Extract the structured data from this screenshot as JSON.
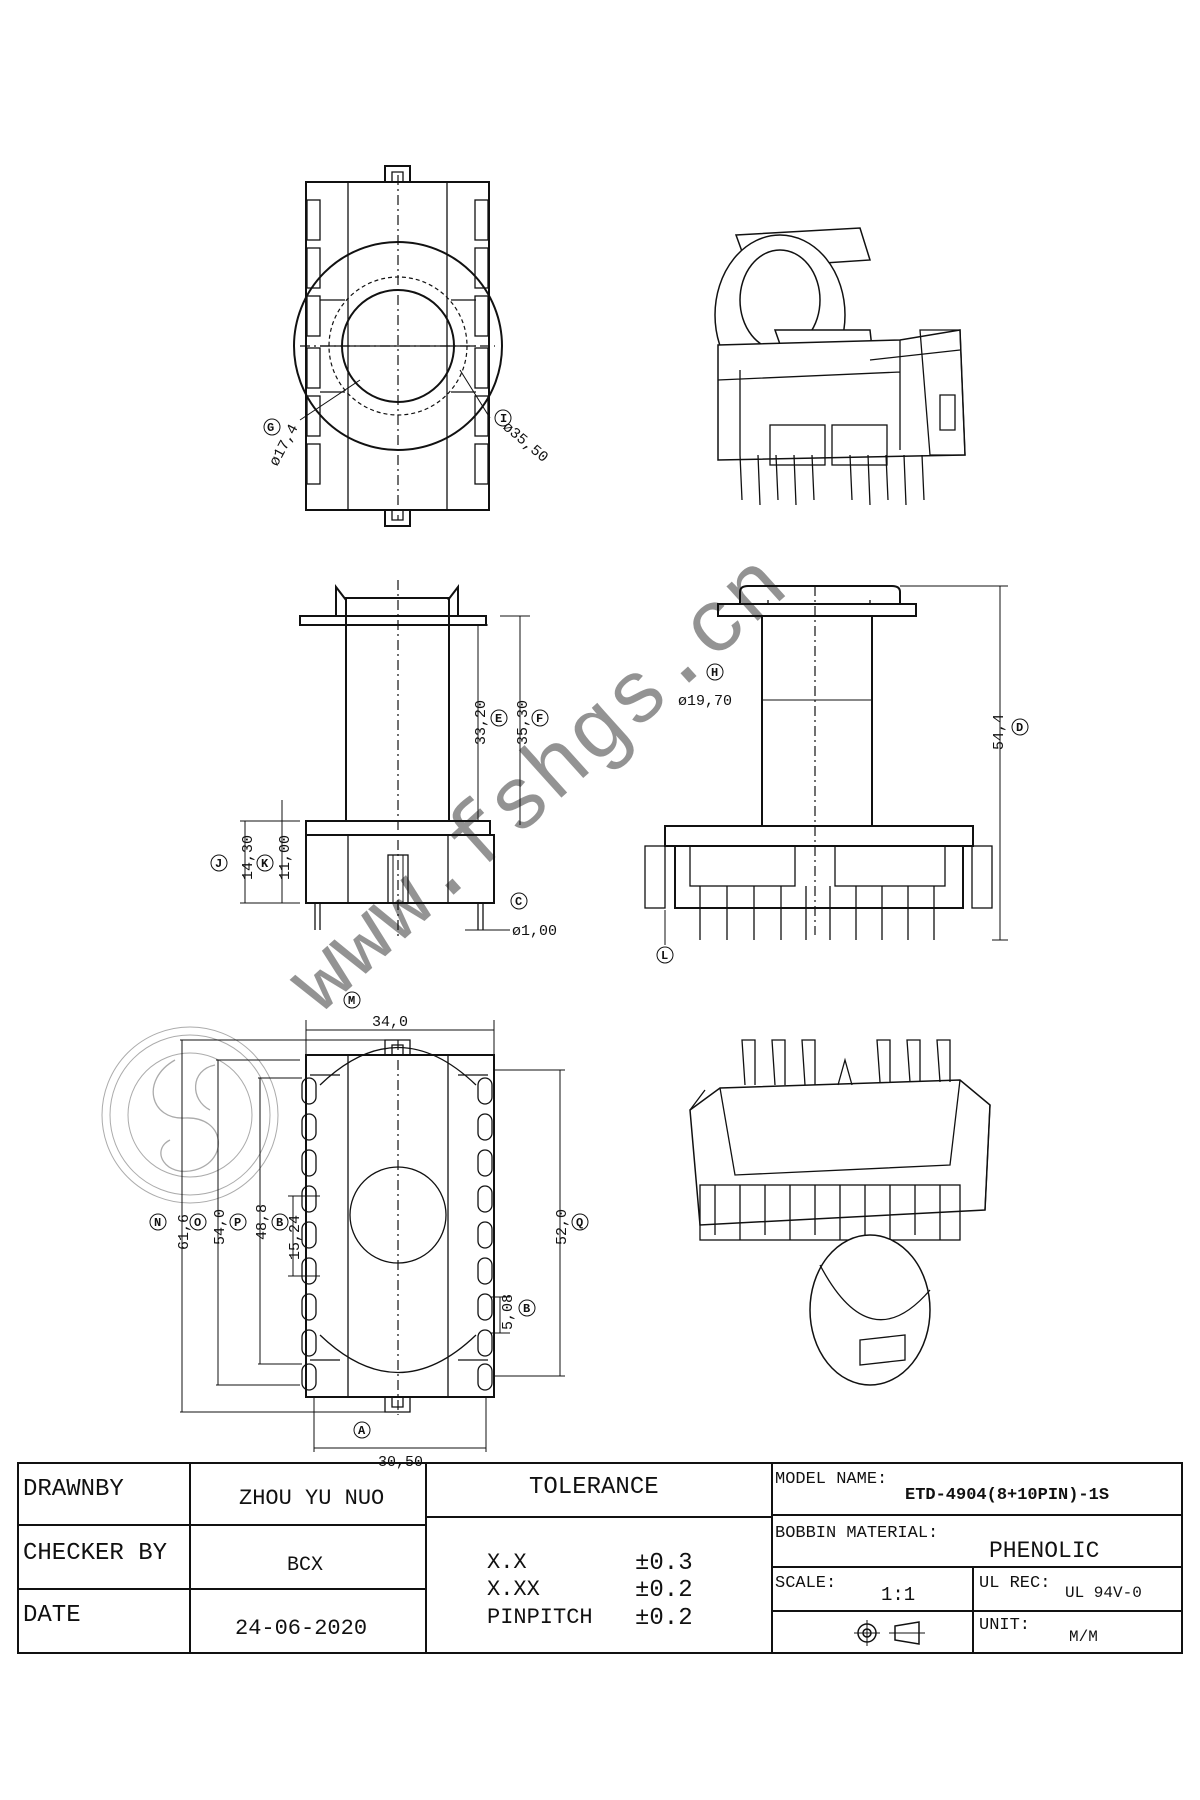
{
  "watermark": "www.fshgs.cn",
  "top_view": {
    "labels": {
      "g": "G",
      "i": "I"
    },
    "dims": {
      "inner_dia": "ø17,4",
      "outer_dia": "ø35,50"
    }
  },
  "side_view": {
    "labels": {
      "e": "E",
      "f": "F",
      "j": "J",
      "k": "K",
      "c": "C"
    },
    "dims": {
      "e": "33,20",
      "f": "35,30",
      "j": "14,30",
      "k": "11,00",
      "pin": "ø1,00"
    }
  },
  "front_view": {
    "labels": {
      "h": "H",
      "d": "D",
      "l": "L"
    },
    "dims": {
      "h": "ø19,70",
      "d": "54,4"
    }
  },
  "bottom_view": {
    "labels": {
      "m": "M",
      "n": "N",
      "o": "O",
      "p": "P",
      "b": "B",
      "q": "Q",
      "b2": "B",
      "a": "A"
    },
    "dims": {
      "m": "34,0",
      "n": "61,6",
      "o": "54,0",
      "p": "48,8",
      "b": "15,24",
      "q": "52,0",
      "b2": "5,08",
      "a": "30,50"
    }
  },
  "title_block": {
    "drawn_by_label": "DRAWNBY",
    "drawn_by_value": "ZHOU YU NUO",
    "checker_label": "CHECKER BY",
    "checker_value": "BCX",
    "date_label": "DATE",
    "date_value": "24-06-2020",
    "tolerance_title": "TOLERANCE",
    "tolerances": [
      {
        "format": "X.X",
        "value": "±0.3"
      },
      {
        "format": "X.XX",
        "value": "±0.2"
      },
      {
        "format": "PINPITCH",
        "value": "±0.2"
      }
    ],
    "model_label": "MODEL NAME:",
    "model_value": "ETD-4904(8+10PIN)-1S",
    "material_label": "BOBBIN MATERIAL:",
    "material_value": "PHENOLIC",
    "scale_label": "SCALE:",
    "scale_value": "1:1",
    "ul_label": "UL REC:",
    "ul_value": "UL 94V-0",
    "unit_label": "UNIT:",
    "unit_value": "M/M"
  }
}
